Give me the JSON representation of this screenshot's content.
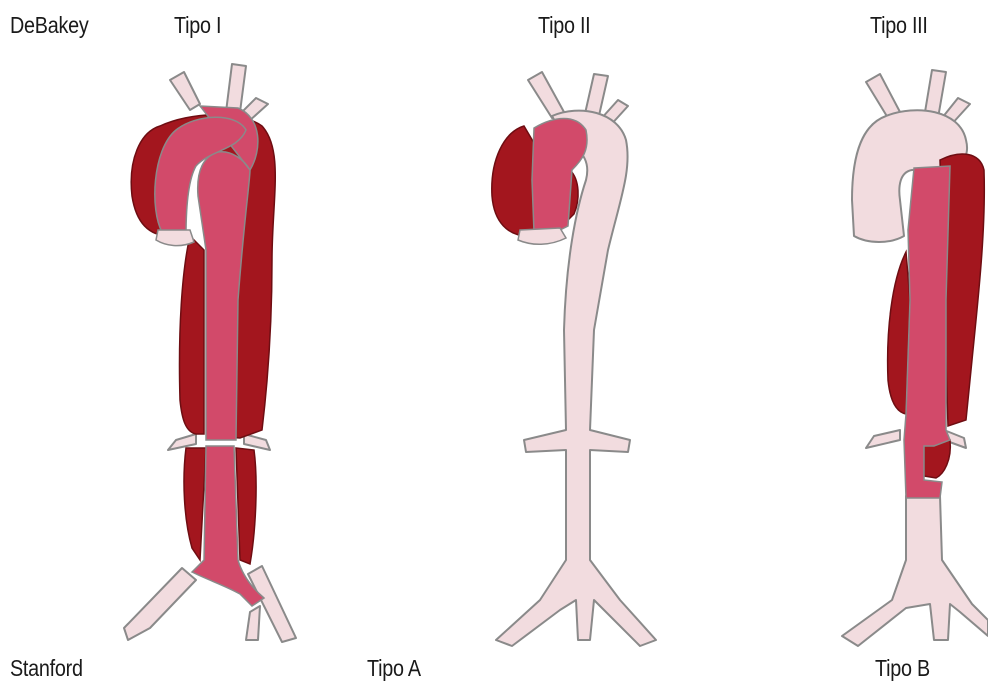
{
  "labels": {
    "classification_top": "DeBakey",
    "classification_bottom": "Stanford",
    "type_1": "Tipo I",
    "type_2": "Tipo II",
    "type_3": "Tipo III",
    "type_a": "Tipo A",
    "type_b": "Tipo B"
  },
  "colors": {
    "aorta_healthy": "#f2dcdf",
    "aorta_outline": "#8a8a8a",
    "dissection_false_lumen": "#a3161e",
    "dissection_true_lumen": "#d24a6a",
    "background": "#ffffff"
  },
  "panels": [
    {
      "id": "tipo-i",
      "dissection_extent": "ascending-arch-descending-abdominal"
    },
    {
      "id": "tipo-ii",
      "dissection_extent": "ascending-only"
    },
    {
      "id": "tipo-iii",
      "dissection_extent": "descending-abdominal"
    }
  ]
}
